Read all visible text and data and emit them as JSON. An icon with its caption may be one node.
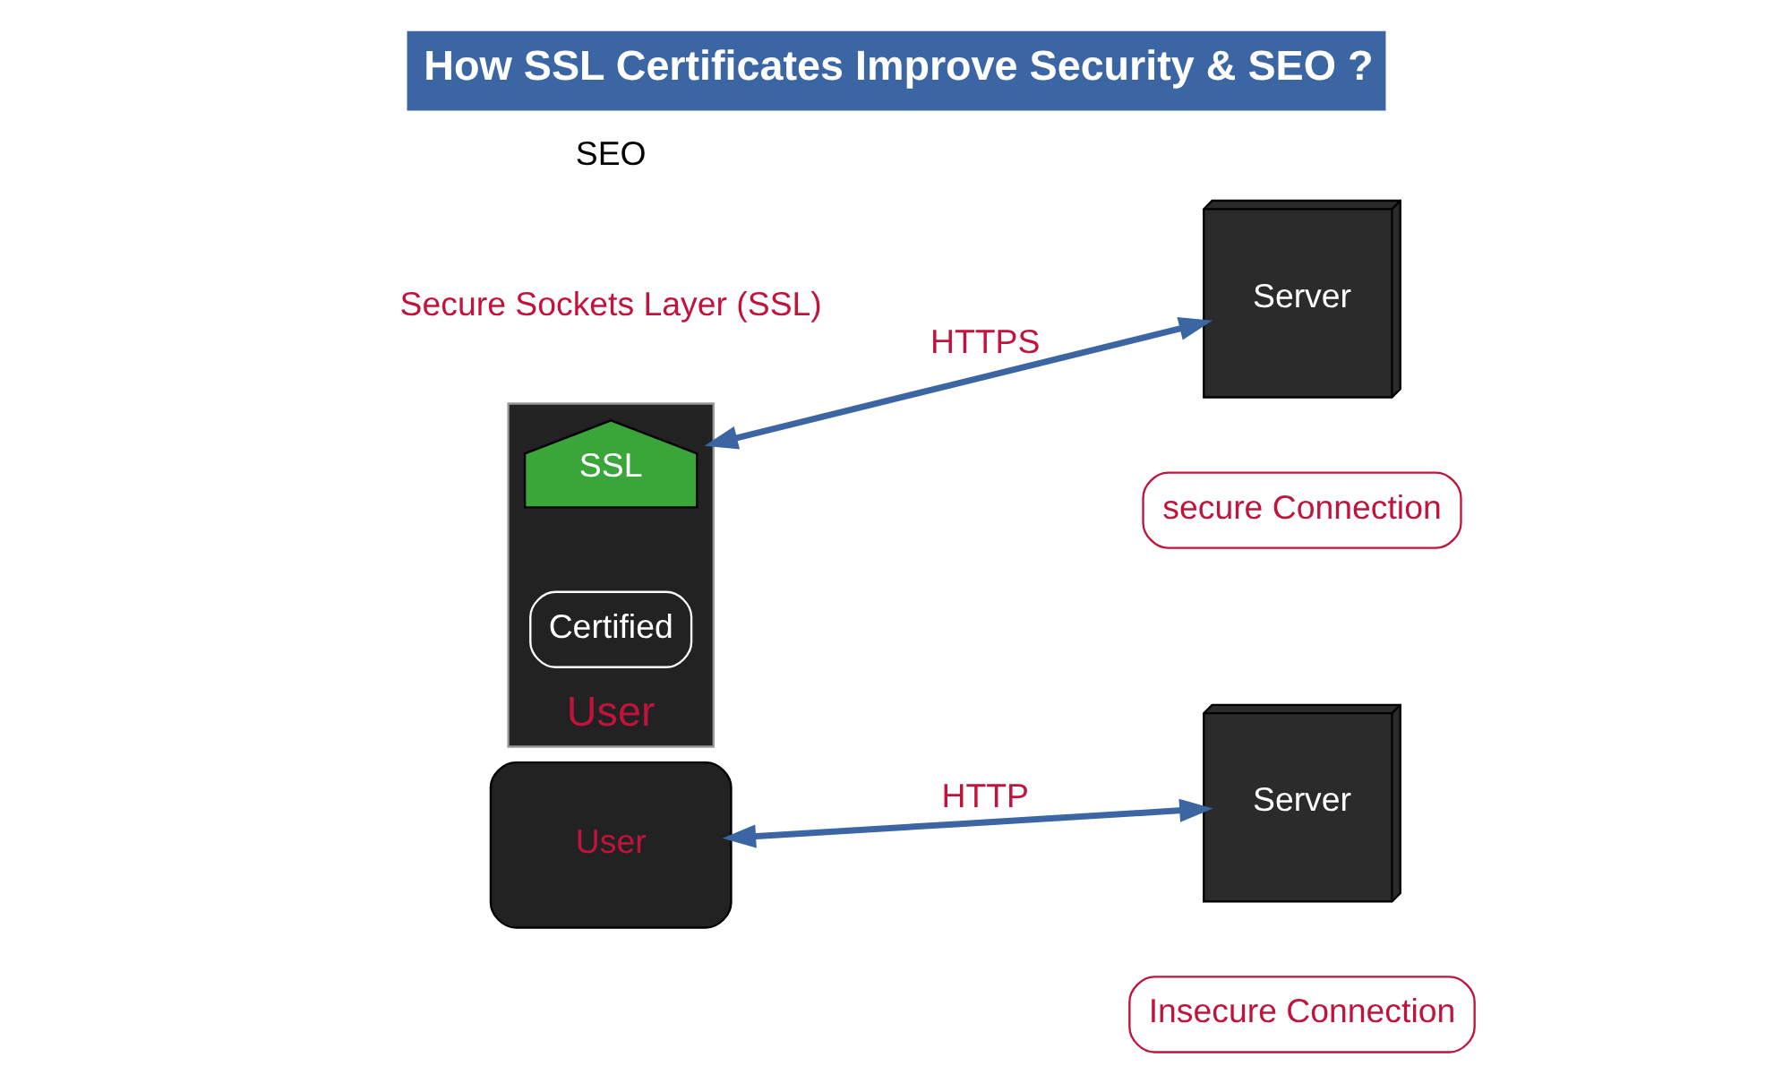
{
  "diagram": {
    "title": "How SSL Certificates Improve Security & SEO ?",
    "nodes": [
      {
        "text": [
          "User"
        ]
      },
      {
        "text": [
          "Server"
        ]
      },
      {
        "text": [
          "Insecure Connection"
        ]
      },
      {
        "text": [
          "User"
        ]
      },
      {
        "text": [
          "SSL"
        ],
        "in": 3
      },
      {
        "text": [
          "Certified"
        ],
        "in": 3
      },
      {
        "text": [
          "Server"
        ]
      },
      {
        "text": [
          "secure Connection"
        ]
      }
    ],
    "edges": [
      {
        "from": 0,
        "to": 1,
        "arrow": "both",
        "label": "HTTP"
      },
      {
        "from": 3,
        "to": 6,
        "arrow": "both",
        "label": "HTTPS"
      }
    ],
    "labels": [
      "Secure Sockets Layer (SSL)",
      "SEO"
    ]
  }
}
